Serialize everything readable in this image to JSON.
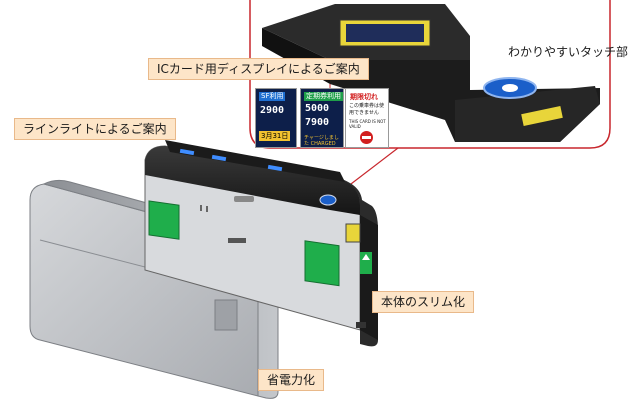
{
  "callouts": {
    "ic_display": "ICカード用ディスプレイによるご案内",
    "touch_area": "わかりやすいタッチ部",
    "line_light": "ラインライトによるご案内",
    "slim_body": "本体のスリム化",
    "power_saving": "省電力化"
  },
  "display_panels": {
    "sf": {
      "tag": "SF利用",
      "amount": "2900",
      "date": "3月31日"
    },
    "commuter": {
      "tag": "定期券利用",
      "amount1": "5000",
      "amount2": "7900",
      "charge": "チャージしました CHARGED"
    },
    "expired": {
      "title": "期限切れ",
      "jp": "この乗車券は使用できません",
      "en": "THIS CARD IS NOT VALID"
    }
  },
  "colors": {
    "callout_bg": "#fde5c8",
    "inset_border": "#c8272d",
    "gate_green": "#1fae4b",
    "gate_dark": "#2a2a2a",
    "gate_silver": "#b9bcc0",
    "touch_blue": "#1b5fc9"
  }
}
